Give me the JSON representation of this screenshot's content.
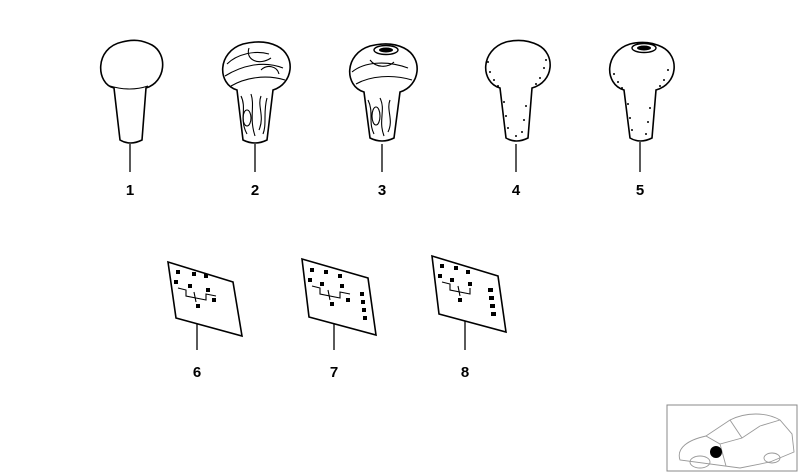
{
  "parts": [
    {
      "number": "1",
      "style": "plain"
    },
    {
      "number": "2",
      "style": "wood"
    },
    {
      "number": "3",
      "style": "wood-emblem"
    },
    {
      "number": "4",
      "style": "leather"
    },
    {
      "number": "5",
      "style": "leather-emblem"
    }
  ],
  "labels": [
    {
      "number": "6",
      "layout": "4-speed"
    },
    {
      "number": "7",
      "layout": "5-speed-side"
    },
    {
      "number": "8",
      "layout": "5-speed-right"
    }
  ],
  "thumbnail": {
    "icon": "car-location-icon"
  }
}
